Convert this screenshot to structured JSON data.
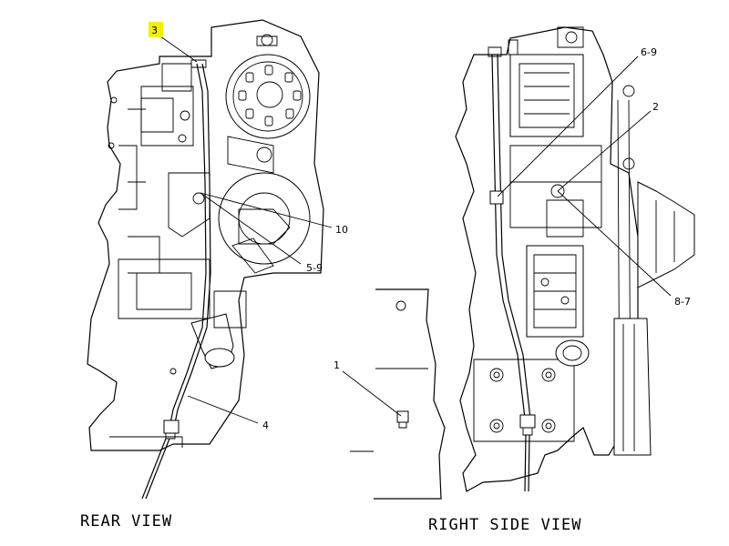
{
  "callouts": {
    "c3": "3",
    "c10": "10",
    "c59": "5-9",
    "c4": "4",
    "c69": "6-9",
    "c2": "2",
    "c87": "8-7",
    "c1": "1"
  },
  "titles": {
    "rear": "REAR VIEW",
    "right": "RIGHT SIDE VIEW"
  },
  "colors": {
    "highlight": "#f4f000",
    "line": "#000000"
  }
}
